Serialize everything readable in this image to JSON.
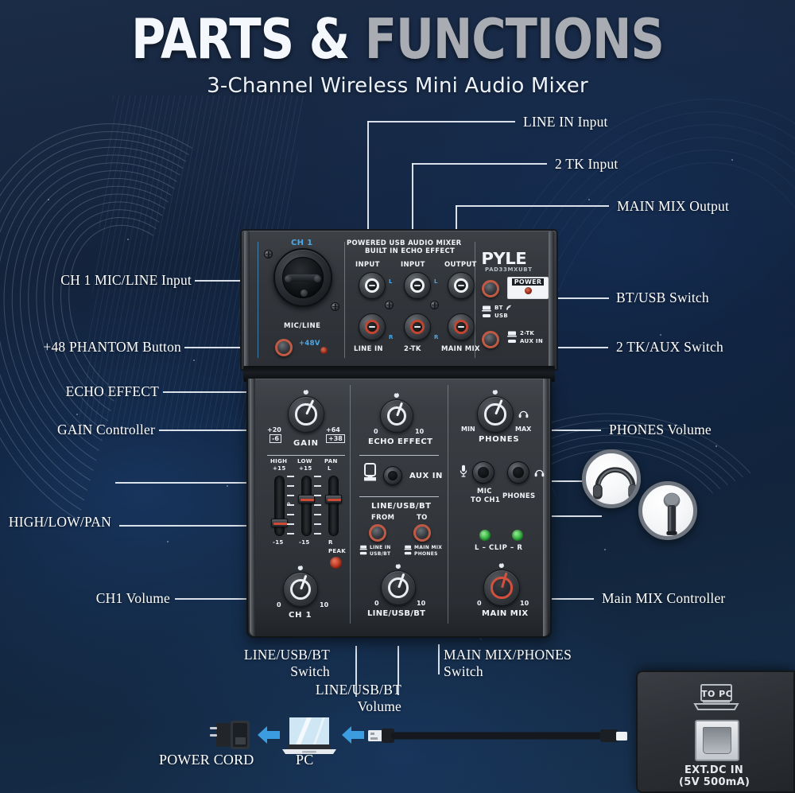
{
  "header": {
    "title_part1": "PARTS &",
    "title_part2": "FUNCTIONS",
    "subtitle": "3-Channel Wireless Mini Audio Mixer"
  },
  "colors": {
    "background_deep": "#0e1b30",
    "background_blue": "#1b2c47",
    "title_white": "#f4f7fb",
    "title_gray": "#a9adb3",
    "accent_cyan": "#4aa8e8",
    "accent_red": "#c15a44",
    "led_red": "#b5301a",
    "led_green": "#2faf3c",
    "arrow_blue": "#3b9ce0"
  },
  "callouts_left": [
    {
      "id": "ch1-mic-line-input",
      "text": "CH 1 MIC/LINE Input"
    },
    {
      "id": "phantom-button",
      "text": "+48 PHANTOM Button"
    },
    {
      "id": "echo-effect",
      "text": "ECHO EFFECT"
    },
    {
      "id": "gain-controller",
      "text": "GAIN Controller"
    },
    {
      "id": "high-low-pan",
      "text": "HIGH/LOW/PAN"
    },
    {
      "id": "ch1-volume",
      "text": "CH1 Volume"
    }
  ],
  "callouts_right": [
    {
      "id": "line-in-input",
      "text": "LINE IN Input"
    },
    {
      "id": "two-tk-input",
      "text": "2 TK Input"
    },
    {
      "id": "main-mix-output",
      "text": "MAIN MIX Output"
    },
    {
      "id": "bt-usb-switch",
      "text": "BT/USB Switch"
    },
    {
      "id": "two-tk-aux-switch",
      "text": "2 TK/AUX Switch"
    },
    {
      "id": "phones-volume",
      "text": "PHONES Volume"
    },
    {
      "id": "main-mix-controller",
      "text": "Main MIX Controller"
    }
  ],
  "callouts_bottom": [
    {
      "id": "line-usb-bt-switch",
      "line1": "LINE/USB/BT",
      "line2": "Switch"
    },
    {
      "id": "line-usb-bt-volume",
      "line1": "LINE/USB/BT",
      "line2": "Volume"
    },
    {
      "id": "main-mix-phones-switch",
      "line1": "MAIN MIX/PHONES",
      "line2": "Switch"
    }
  ],
  "mixer": {
    "brand": "PYLE",
    "model": "PAD33MXUBT",
    "top_title_line1": "POWERED USB AUDIO MIXER",
    "top_title_line2": "BUILT IN ECHO EFFECT",
    "channel_label": "CH 1",
    "mic_line_label": "MIC/LINE",
    "phantom_label": "+48V",
    "power_label": "POWER",
    "rca_groups": [
      {
        "id": "line-in",
        "top_label": "INPUT",
        "bottom_label": "LINE IN",
        "l": "L",
        "r": "R"
      },
      {
        "id": "two-tk",
        "top_label": "INPUT",
        "bottom_label": "2-TK",
        "l": "L",
        "r": "R"
      },
      {
        "id": "main-mix",
        "top_label": "OUTPUT",
        "bottom_label": "MAIN MIX",
        "l": "",
        "r": ""
      }
    ],
    "bt_usb_switch": {
      "line1": "BT",
      "line2": "USB"
    },
    "tk_aux_switch": {
      "line1": "2-TK",
      "line2": "AUX IN"
    },
    "gain": {
      "label": "GAIN",
      "left_top": "+20",
      "left_bottom": "-6",
      "right_top": "+64",
      "right_bottom": "+38"
    },
    "faders": [
      {
        "id": "high",
        "top_label": "HIGH",
        "top_value": "+15",
        "bottom_value": "-15"
      },
      {
        "id": "low",
        "top_label": "LOW",
        "top_value": "+15",
        "bottom_value": "-15"
      },
      {
        "id": "pan",
        "top_label": "PAN",
        "top_value": "L",
        "bottom_value": "R"
      }
    ],
    "peak_label": "PEAK",
    "ch1_knob": {
      "label": "CH 1",
      "min": "0",
      "max": "10"
    },
    "echo_knob": {
      "label": "ECHO EFFECT",
      "min": "0",
      "max": "10"
    },
    "aux_in_label": "AUX IN",
    "line_usb_bt_section": {
      "title": "LINE/USB/BT",
      "from_label": "FROM",
      "to_label": "TO",
      "from_opt1": "LINE IN",
      "from_opt2": "USB/BT",
      "to_opt1": "MAIN MIX",
      "to_opt2": "PHONES"
    },
    "line_usb_bt_knob": {
      "label": "LINE/USB/BT",
      "min": "0",
      "max": "10"
    },
    "phones_knob": {
      "label": "PHONES",
      "min": "MIN",
      "max": "MAX"
    },
    "mic_to_ch1_label": "MIC\nTO CH1",
    "mic_to_ch1_line1": "MIC",
    "mic_to_ch1_line2": "TO CH1",
    "phones_jack_label": "PHONES",
    "clip_label": "L – CLIP – R",
    "main_mix_knob": {
      "label": "MAIN MIX",
      "min": "0",
      "max": "10"
    }
  },
  "bottom": {
    "power_cord_label": "POWER CORD",
    "pc_label": "PC",
    "dc_panel": {
      "to_pc_label": "TO PC",
      "ext_dc_line1": "EXT.DC IN",
      "ext_dc_line2": "(5V 500mA)"
    }
  },
  "badges": [
    {
      "id": "headphones-badge",
      "icon": "headphones-icon"
    },
    {
      "id": "microphone-badge",
      "icon": "microphone-icon"
    }
  ]
}
